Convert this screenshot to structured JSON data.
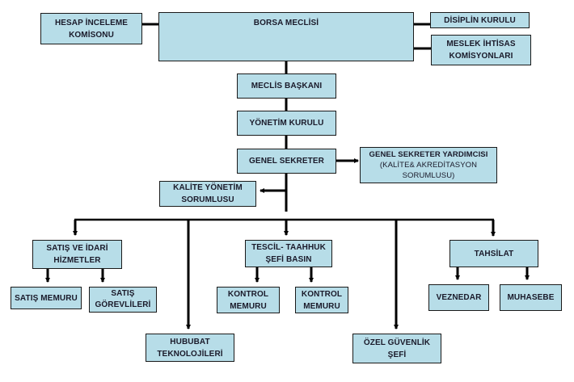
{
  "colors": {
    "box_fill": "#b7dde8",
    "line": "#000000"
  },
  "nodes": {
    "borsa_meclisi": "BORSA MECLİSİ",
    "hesap_inceleme": "HESAP İNCELEME\nKOMİSONU",
    "disiplin_kurulu": "DİSİPLİN KURULU",
    "meslek_ihtisas": "MESLEK İHTİSAS\nKOMİSYONLARI",
    "meclis_baskani": "MECLİS BAŞKANI",
    "yonetim_kurulu": "YÖNETİM KURULU",
    "genel_sekreter": "GENEL SEKRETER",
    "gs_yardimcisi": "GENEL SEKRETER YARDIMCISI",
    "gs_yardimcisi_sub": "(KALİTE& AKREDİTASYON\nSORUMLUSU)",
    "kalite_yonetim": "KALİTE YÖNETİM\nSORUMLUSU",
    "satis_idari": "SATIŞ VE İDARİ\nHİZMETLER",
    "satis_memuru": "SATIŞ MEMURU",
    "satis_gorevlileri": "SATIŞ\nGÖREVLİLERİ",
    "hububat": "HUBUBAT\nTEKNOLOJİLERİ",
    "tescil": "TESCİL- TAAHHUK\nŞEFİ BASIN",
    "kontrol_1": "KONTROL\nMEMURU",
    "kontrol_2": "KONTROL\nMEMURU",
    "ozel_guvenlik": "ÖZEL GÜVENLİK\nŞEFİ",
    "tahsilat": "TAHSİLAT",
    "veznedar": "VEZNEDAR",
    "muhasebe": "MUHASEBE"
  }
}
